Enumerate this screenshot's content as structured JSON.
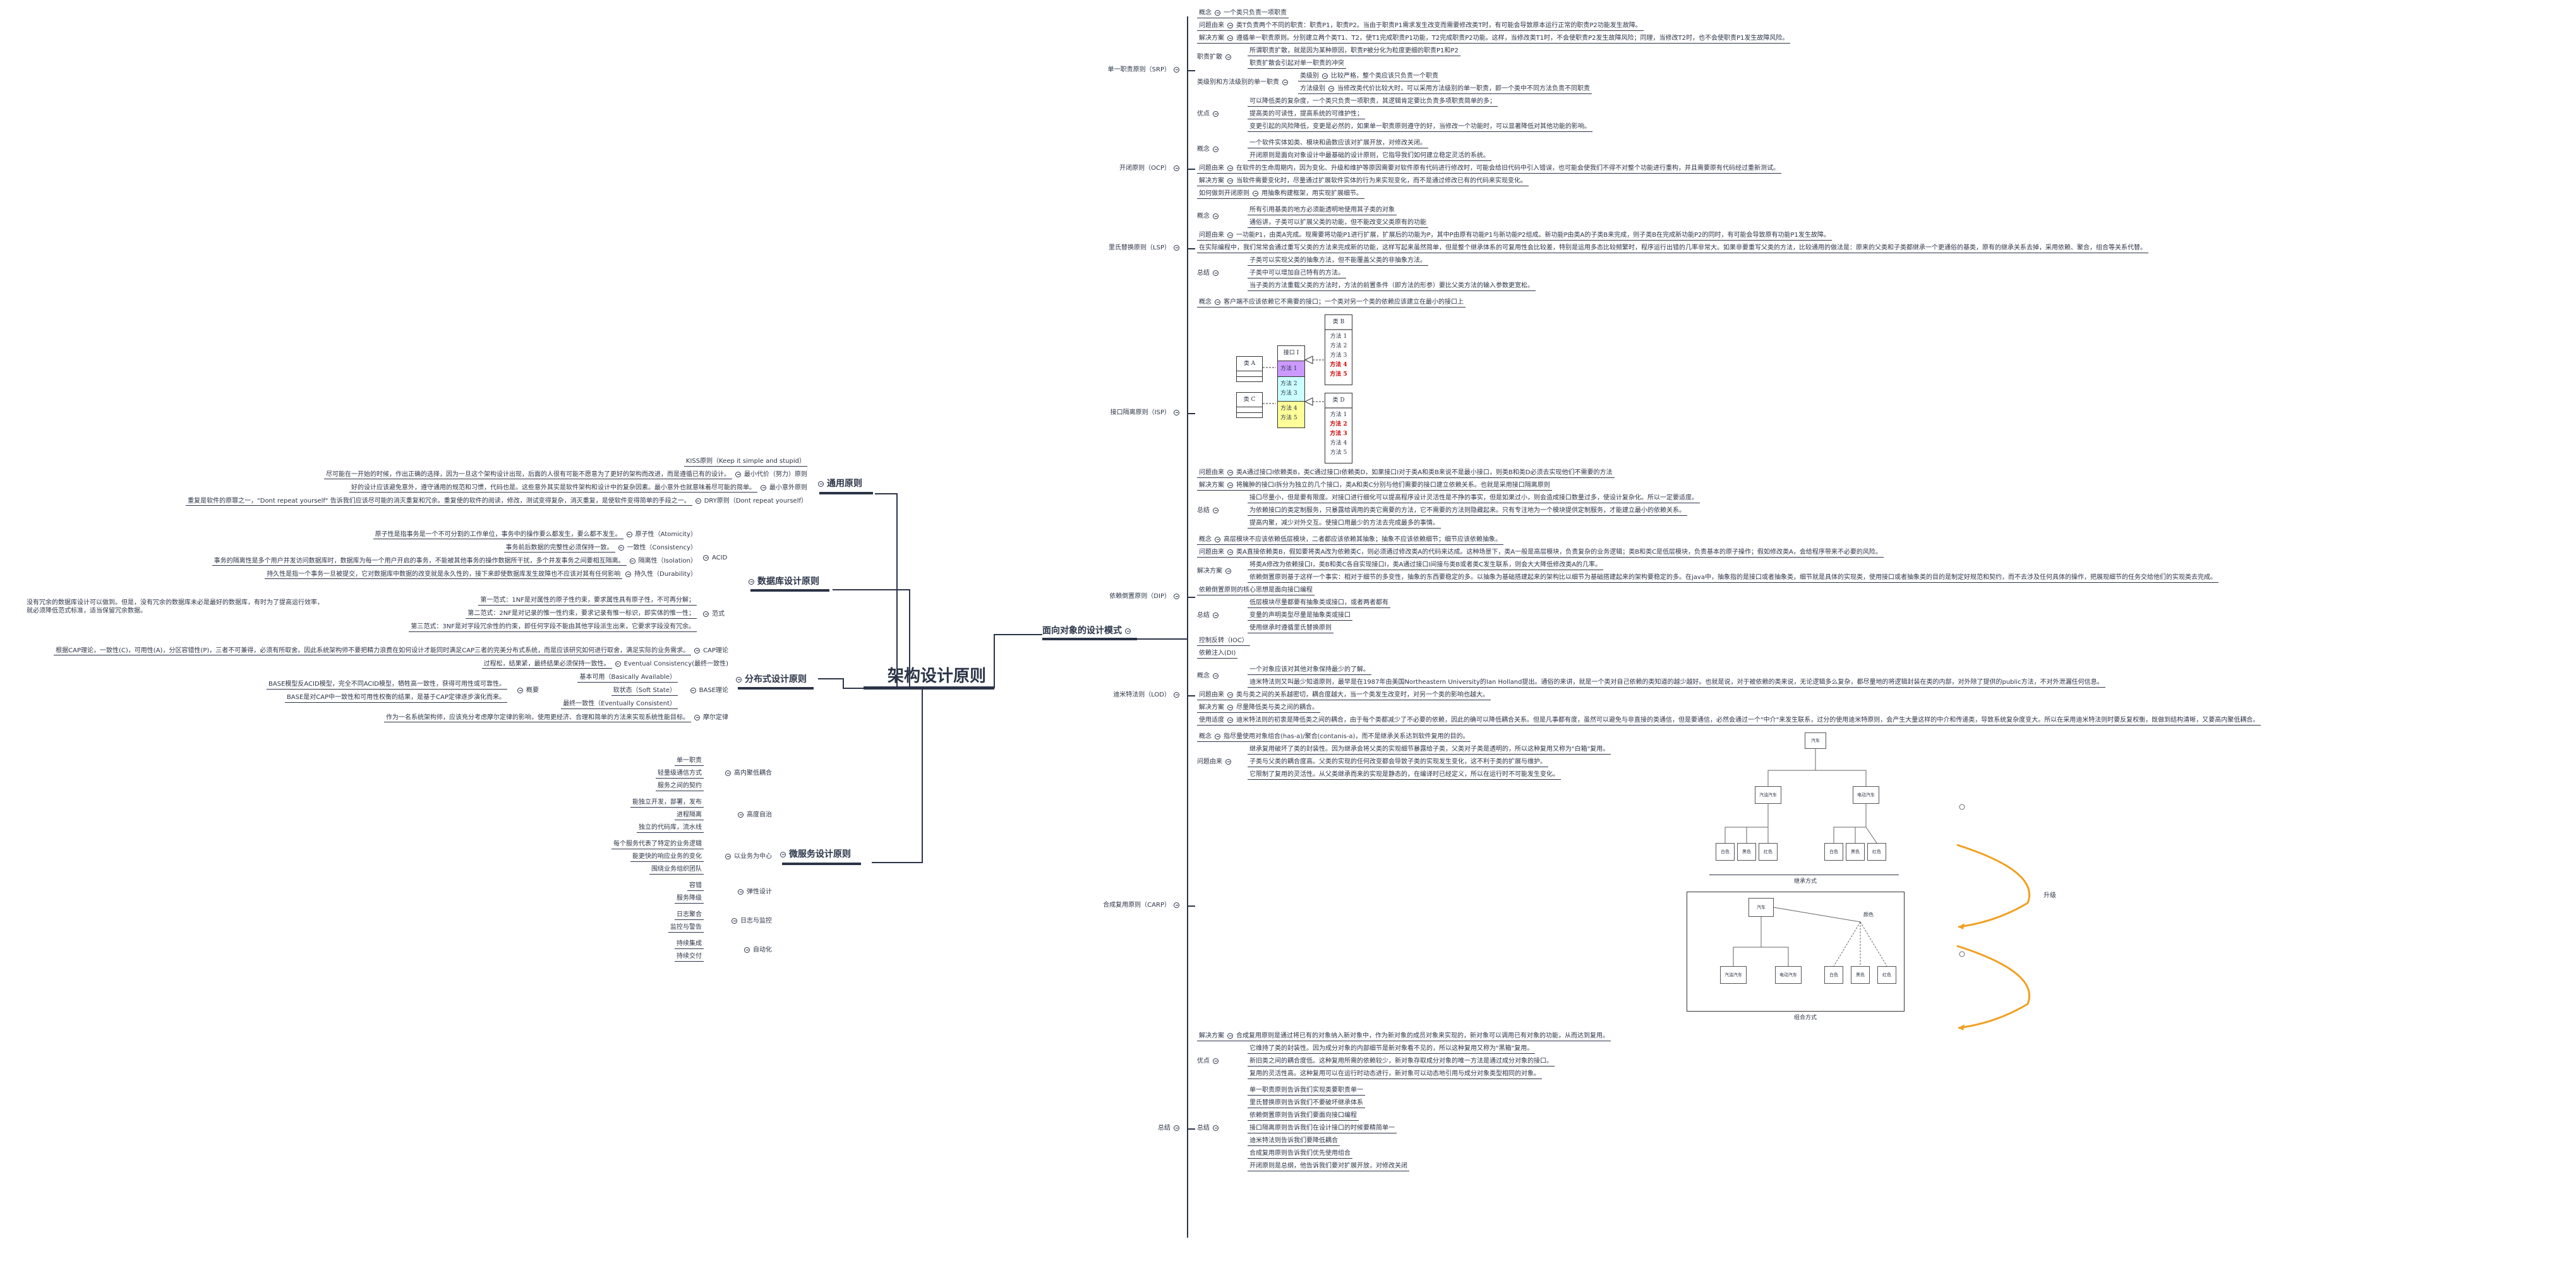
{
  "root": {
    "title": "架构设计原则"
  },
  "branches": {
    "general": {
      "title": "通用原则",
      "kiss": "KISS原则（Keep it simple and stupid）",
      "items": [
        {
          "label": "最小代价（努力）原则",
          "desc": "尽可能在一开始的时候，作出正确的选择，因为一旦这个架构设计出现，后面的人很有可能不愿意为了更好的架构而改进，而是遵循已有的设计。"
        },
        {
          "label": "最小意外原则",
          "desc": "好的设计应该避免意外，遵守通用的规范和习惯，代码也是。这些意外其实是软件架构和设计中的复杂因素。最小意外也就意味着尽可能的简单。"
        },
        {
          "label": "DRY原则（Dont repeat yourself）",
          "desc": "重复是软件的原罪之一，\"Dont repeat yourself\" 告诉我们应该尽可能的消灭重复和冗余。重复使的软件的阅读，修改，测试变得复杂，消灭重复，是使软件变得简单的手段之一。"
        }
      ]
    },
    "database": {
      "title": "数据库设计原则",
      "acid": {
        "label": "ACID",
        "items": [
          {
            "label": "原子性（Atomicity）",
            "desc": "原子性是指事务是一个不可分割的工作单位，事务中的操作要么都发生，要么都不发生。"
          },
          {
            "label": "一致性（Consistency）",
            "desc": "事务前后数据的完整性必须保持一致。"
          },
          {
            "label": "隔离性（Isolation）",
            "desc": "事务的隔离性是多个用户并发访问数据库时，数据库为每一个用户开启的事务，不能被其他事务的操作数据所干扰，多个并发事务之间要相互隔离。"
          },
          {
            "label": "持久性（Durability）",
            "desc": "持久性是指一个事务一旦被提交，它对数据库中数据的改变就是永久性的，接下来即使数据库发生故障也不应该对其有任何影响"
          }
        ]
      },
      "nf": {
        "label": "范式",
        "items": [
          "第一范式：1NF是对属性的原子性约束，要求属性具有原子性，不可再分解；",
          "第二范式：2NF是对记录的惟一性约束，要求记录有惟一标识，即实体的惟一性；",
          "第三范式：3NF是对字段冗余性的约束，即任何字段不能由其他字段派生出来，它要求字段没有冗余。"
        ],
        "note": "没有冗余的数据库设计可以做到。但是，没有冗余的数据库未必是最好的数据库，有时为了提高运行效率，就必须降低范式标准，适当保留冗余数据。"
      }
    },
    "distributed": {
      "title": "分布式设计原则",
      "cap": {
        "label": "CAP理论",
        "desc": "根据CAP理论，一致性(C)，可用性(A)，分区容错性(P)，三者不可兼得，必须有所取舍。因此系统架构师不要把精力浪费在如何设计才能同时满足CAP三者的完美分布式系统，而是应该研究如何进行取舍，满足实际的业务需求。"
      },
      "eventual": {
        "label": "Eventual Consistency(最终一致性)",
        "desc": "过程松，结果紧，最终结果必须保持一致性。"
      },
      "base": {
        "label": "BASE理论",
        "items": [
          "基本可用（Basically Available）",
          "软状态（Soft State）",
          "最终一致性（Eventually Consistent）"
        ],
        "summary": {
          "label": "概要",
          "items": [
            "BASE模型反ACID模型，完全不同ACID模型，牺牲高一致性，获得可用性或可靠性。",
            "BASE是对CAP中一致性和可用性权衡的结果，是基于CAP定律逐步演化而来。"
          ]
        }
      },
      "moore": {
        "label": "摩尔定律",
        "desc": "作为一名系统架构师，应该充分考虑摩尔定律的影响，使用更经济、合理和简单的方法来实现系统性能目标。"
      }
    },
    "microservice": {
      "title": "微服务设计原则",
      "groups": [
        {
          "label": "高内聚低耦合",
          "items": [
            "单一职责",
            "轻量级通信方式",
            "服务之间的契约"
          ]
        },
        {
          "label": "高度自治",
          "items": [
            "能独立开发，部署，发布",
            "进程隔离",
            "独立的代码库，流水线"
          ]
        },
        {
          "label": "以业务为中心",
          "items": [
            "每个服务代表了特定的业务逻辑",
            "能更快的响应业务的变化",
            "围绕业务组织团队"
          ]
        },
        {
          "label": "弹性设计",
          "items": [
            "容错",
            "服务降级"
          ]
        },
        {
          "label": "日志与监控",
          "items": [
            "日志聚合",
            "监控与警告"
          ]
        },
        {
          "label": "自动化",
          "items": [
            "持续集成",
            "持续交付"
          ]
        }
      ]
    },
    "oo": {
      "title": "面向对象的设计模式",
      "srp": {
        "label": "单一职责原则（SRP）",
        "concept": {
          "k": "概念",
          "v": "一个类只负责一项职责"
        },
        "problem": {
          "k": "问题由来",
          "v": "类T负责两个不同的职责：职责P1，职责P2。当由于职责P1需求发生改变而需要修改类T时，有可能会导致原本运行正常的职责P2功能发生故障。"
        },
        "solution": {
          "k": "解决方案",
          "v": "遵循单一职责原则。分别建立两个类T1、T2，使T1完成职责P1功能，T2完成职责P2功能。这样，当修改类T1时，不会使职责P2发生故障风险；同理，当修改T2时，也不会使职责P1发生故障风险。"
        },
        "spread": {
          "k": "职责扩散",
          "items": [
            "所谓职责扩散，就是因为某种原因，职责P被分化为粒度更细的职责P1和P2",
            "职责扩散会引起对单一职责的冲突"
          ]
        },
        "level": {
          "k": "类级别和方法级别的单一职责",
          "items": [
            {
              "k": "类级别",
              "v": "比较严格，整个类应该只负责一个职责"
            },
            {
              "k": "方法级别",
              "v": "当修改类代价比较大时，可以采用方法级别的单一职责，即一个类中不同方法负责不同职责"
            }
          ]
        },
        "pros": {
          "k": "优点",
          "items": [
            "可以降低类的复杂度，一个类只负责一项职责，其逻辑肯定要比负责多项职责简单的多；",
            "提高类的可读性，提高系统的可维护性；",
            "变更引起的风险降低，变更是必然的，如果单一职责原则遵守的好，当修改一个功能时，可以显著降低对其他功能的影响。"
          ]
        }
      },
      "ocp": {
        "label": "开闭原则（OCP）",
        "concept": {
          "k": "概念",
          "items": [
            "一个软件实体如类、模块和函数应该对扩展开放，对修改关闭。",
            "开闭原则是面向对象设计中最基础的设计原则，它指导我们如何建立稳定灵活的系统。"
          ]
        },
        "problem": {
          "k": "问题由来",
          "v": "在软件的生命周期内，因为变化、升级和维护等原因需要对软件原有代码进行修改时，可能会给旧代码中引入错误，也可能会使我们不得不对整个功能进行重构，并且需要原有代码经过重新测试。"
        },
        "solution": {
          "k": "解决方案",
          "v": "当软件需要变化时，尽量通过扩展软件实体的行为来实现变化，而不是通过修改已有的代码来实现变化。"
        },
        "how": {
          "k": "如何做到开闭原则",
          "v": "用抽象构建框架，用实现扩展细节。"
        }
      },
      "lsp": {
        "label": "里氏替换原则（LSP）",
        "concept": {
          "k": "概念",
          "items": [
            "所有引用基类的地方必须能透明地使用其子类的对象",
            "通俗讲，子类可以扩展父类的功能，但不能改变父类原有的功能"
          ]
        },
        "problem": {
          "k": "问题由来",
          "v": "一功能P1，由类A完成。现需要将功能P1进行扩展，扩展后的功能为P，其中P由原有功能P1与新功能P2组成。新功能P由类A的子类B来完成，则子类B在完成新功能P2的同时，有可能会导致原有功能P1发生故障。"
        },
        "practice": "在实际编程中，我们常常会通过重写父类的方法来完成新的功能，这样写起来虽然简单，但是整个继承体系的可复用性会比较差，特别是运用多态比较频繁时，程序运行出错的几率非常大。如果非要重写父类的方法，比较通用的做法是：原来的父类和子类都继承一个更通俗的基类，原有的继承关系去掉，采用依赖、聚合，组合等关系代替。",
        "summary": {
          "k": "总结",
          "items": [
            "子类可以实现父类的抽象方法，但不能覆盖父类的非抽象方法。",
            "子类中可以增加自己特有的方法。",
            "当子类的方法重载父类的方法时，方法的前置条件（即方法的形参）要比父类方法的输入参数更宽松。"
          ]
        }
      },
      "isp": {
        "label": "接口隔离原则（ISP）",
        "concept": {
          "k": "概念",
          "v": "客户端不应该依赖它不需要的接口；一个类对另一个类的依赖应该建立在最小的接口上"
        },
        "diagram": {
          "classA": "类 A",
          "classC": "类 C",
          "iface": "接口 I",
          "ifaceMethods": [
            "方法 1",
            "方法 2",
            "方法 3",
            "方法 4",
            "方法 5"
          ],
          "classB": {
            "name": "类 B",
            "methods": [
              "方法 1",
              "方法 2",
              "方法 3",
              "方法 4",
              "方法 5"
            ],
            "highlight": [
              3,
              4
            ]
          },
          "classD": {
            "name": "类 D",
            "methods": [
              "方法 1",
              "方法 2",
              "方法 3",
              "方法 4",
              "方法 5"
            ],
            "highlight": [
              1,
              2
            ]
          },
          "colors": {
            "m1": "#cc99ff",
            "m23": "#ccffff",
            "m45": "#ffff99",
            "highlight": "#cc0000"
          }
        },
        "problem": {
          "k": "问题由来",
          "v": "类A通过接口I依赖类B，类C通过接口I依赖类D，如果接口I对于类A和类B来说不是最小接口，则类B和类D必须去实现他们不需要的方法"
        },
        "solution": {
          "k": "解决方案",
          "v": "将臃肿的接口I拆分为独立的几个接口，类A和类C分别与他们需要的接口建立依赖关系。也就是采用接口隔离原则"
        },
        "summary": {
          "k": "总结",
          "items": [
            "接口尽量小，但是要有限度。对接口进行细化可以提高程序设计灵活性是不挣的事实，但是如果过小，则会造成接口数量过多，使设计复杂化。所以一定要适度。",
            "为依赖接口的类定制服务，只暴露给调用的类它需要的方法，它不需要的方法则隐藏起来。只有专注地为一个模块提供定制服务，才能建立最小的依赖关系。",
            "提高内聚，减少对外交互。使接口用最少的方法去完成最多的事情。"
          ]
        }
      },
      "dip": {
        "label": "依赖倒置原则（DIP）",
        "concept": {
          "k": "概念",
          "v": "高层模块不应该依赖低层模块，二者都应该依赖其抽象；抽象不应该依赖细节；细节应该依赖抽象。"
        },
        "problem": {
          "k": "问题由来",
          "v": "类A直接依赖类B，假如要将类A改为依赖类C，则必须通过修改类A的代码来达成。这种场景下，类A一般是高层模块，负责复杂的业务逻辑；类B和类C是低层模块，负责基本的原子操作；假如修改类A，会给程序带来不必要的风险。"
        },
        "solution": {
          "k": "解决方案",
          "items": [
            "将类A修改为依赖接口I，类B和类C各自实现接口I，类A通过接口I间接与类B或者类C发生联系，则会大大降低修改类A的几率。",
            "依赖倒置原则基于这样一个事实：相对于细节的多变性，抽象的东西要稳定的多。以抽象为基础搭建起来的架构比以细节为基础搭建起来的架构要稳定的多。在java中，抽象指的是接口或者抽象类，细节就是具体的实现类，使用接口或者抽象类的目的是制定好规范和契约，而不去涉及任何具体的操作，把展现细节的任务交给他们的实现类去完成。"
          ]
        },
        "core": "依赖倒置原则的核心思想是面向接口编程",
        "summary": {
          "k": "总结",
          "items": [
            "低层模块尽量都要有抽象类或接口，或者两者都有",
            "变量的声明类型尽量是抽象类或接口",
            "使用继承时遵循里氏替换原则"
          ]
        },
        "ioc": "控制反转（IOC）",
        "di": "依赖注入(DI)"
      },
      "lod": {
        "label": "迪米特法则（LOD）",
        "concept": {
          "k": "概念",
          "items": [
            "一个对象应该对其他对象保持最少的了解。",
            "迪米特法则又叫最少知道原则，最早是在1987年由美国Northeastern University的Ian Holland提出。通俗的来讲，就是一个类对自己依赖的类知道的越少越好。也就是说，对于被依赖的类来说，无论逻辑多么复杂，都尽量地的将逻辑封装在类的内部，对外除了提供的public方法，不对外泄漏任何信息。"
          ]
        },
        "problem": {
          "k": "问题由来",
          "v": "类与类之间的关系越密切，耦合度越大，当一个类发生改变时，对另一个类的影响也越大。"
        },
        "solution": {
          "k": "解决方案",
          "v": "尽量降低类与类之间的耦合。"
        },
        "usage": {
          "k": "使用适度",
          "v": "迪米特法则的初衷是降低类之间的耦合，由于每个类都减少了不必要的依赖，因此的确可以降低耦合关系。但是凡事都有度，虽然可以避免与非直接的类通信，但是要通信，必然会通过一个\"中介\"来发生联系，过分的使用迪米特原则，会产生大量这样的中介和传递类，导致系统复杂度变大。所以在采用迪米特法则时要反复权衡，既做到结构清晰，又要高内聚低耦合。"
        }
      },
      "carp": {
        "label": "合成复用原则（CARP）",
        "concept": {
          "k": "概念",
          "v": "指尽量使用对象组合(has-a)/聚合(contanis-a)，而不是继承关系达到软件复用的目的。"
        },
        "problem": {
          "k": "问题由来",
          "items": [
            "继承复用破坏了类的封装性。因为继承会将父类的实现细节暴露给子类，父类对子类是透明的，所以这种复用又称为\"白箱\"复用。",
            "子类与父类的耦合度高。父类的实现的任何改变都会导致子类的实现发生变化，这不利于类的扩展与维护。",
            "它限制了复用的灵活性。从父类继承而来的实现是静态的，在编译时已经定义，所以在运行时不可能发生变化。"
          ]
        },
        "diagram": {
          "inherit": "继承方式",
          "compose": "组合方式",
          "upgrade": "升级",
          "car": "汽车",
          "gasCar": "汽油汽车",
          "eCar": "电动汽车",
          "white": "白色",
          "black": "黑色",
          "red": "红色",
          "color": "颜色",
          "arrow": "#f0a020"
        },
        "solution": {
          "k": "解决方案",
          "v": "合成复用原则是通过将已有的对象纳入新对象中，作为新对象的成员对象来实现的，新对象可以调用已有对象的功能，从而达到复用。"
        },
        "pros": {
          "k": "优点",
          "items": [
            "它维持了类的封装性。因为成分对象的内部细节是新对象看不见的，所以这种复用又称为\"黑箱\"复用。",
            "新旧类之间的耦合度低。这种复用所需的依赖较少，新对象存取成分对象的唯一方法是通过成分对象的接口。",
            "复用的灵活性高。这种复用可以在运行时动态进行，新对象可以动态地引用与成分对象类型相同的对象。"
          ]
        }
      },
      "summary": {
        "k": "总结",
        "items": [
          "单一职责原则告诉我们实现类要职责单一",
          "里氏替换原则告诉我们不要破坏继承体系",
          "依赖倒置原则告诉我们要面向接口编程",
          "接口隔离原则告诉我们在设计接口的时候要精简单一",
          "迪米特法则告诉我们要降低耦合",
          "合成复用原则告诉我们优先使用组合",
          "开闭原则是总纲，他告诉我们要对扩展开放，对修改关闭"
        ]
      }
    }
  }
}
